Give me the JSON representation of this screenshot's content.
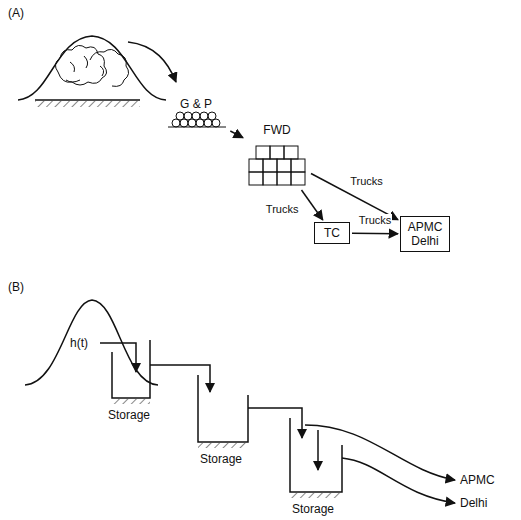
{
  "diagram": {
    "nodes": [
      {
        "text": [
          "G & P"
        ]
      },
      {
        "text": [
          "FWD"
        ]
      },
      {
        "text": [
          "TC"
        ]
      },
      {
        "text": [
          "APMC Delhi"
        ]
      }
    ],
    "edges": [
      {
        "from": 0,
        "to": 1,
        "arrow": "to"
      },
      {
        "from": 1,
        "to": 3,
        "label": "Trucks",
        "arrow": "to"
      },
      {
        "from": 1,
        "to": 2,
        "label": "Trucks",
        "arrow": "to"
      },
      {
        "from": 2,
        "to": 3,
        "label": "Trucks",
        "arrow": "to"
      }
    ],
    "labels": [
      "(A)",
      "(B)",
      "h(t)",
      "Storage",
      "Storage",
      "Storage",
      "APMC",
      "Delhi"
    ]
  }
}
